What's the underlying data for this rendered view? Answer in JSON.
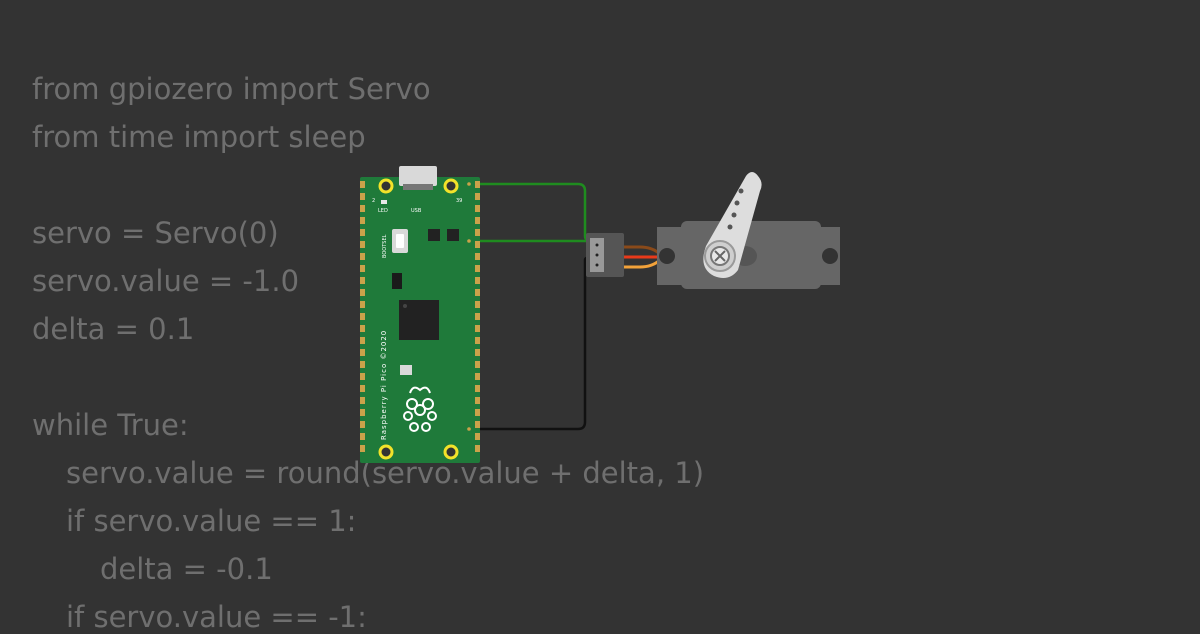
{
  "code_lines": [
    "from gpiozero import Servo",
    "from time import sleep",
    "",
    "servo = Servo(0)",
    "servo.value = -1.0",
    "delta = 0.1",
    "",
    "while True:",
    "servo.value = round(servo.value + delta, 1)",
    "if servo.value == 1:",
    "delta = -0.1",
    "if servo.value == -1:"
  ],
  "board": {
    "name_text": "Raspberry Pi Pico ©2020",
    "usb_label": "USB",
    "led_label": "LED",
    "bootsel_label": "BOOTSEL",
    "pin_2_label": "2",
    "pin_39_label": "39",
    "pcb_color": "#1f7a3a"
  },
  "wires": {
    "signal_color": "#1f8c1f",
    "vcc_color": "#1f8c1f",
    "ground_color": "#111111"
  },
  "servo": {
    "body_color": "#666666",
    "horn_color": "#dddddd",
    "cable_colors": [
      "#8a4a1a",
      "#e83a1a",
      "#f2a23a"
    ]
  }
}
